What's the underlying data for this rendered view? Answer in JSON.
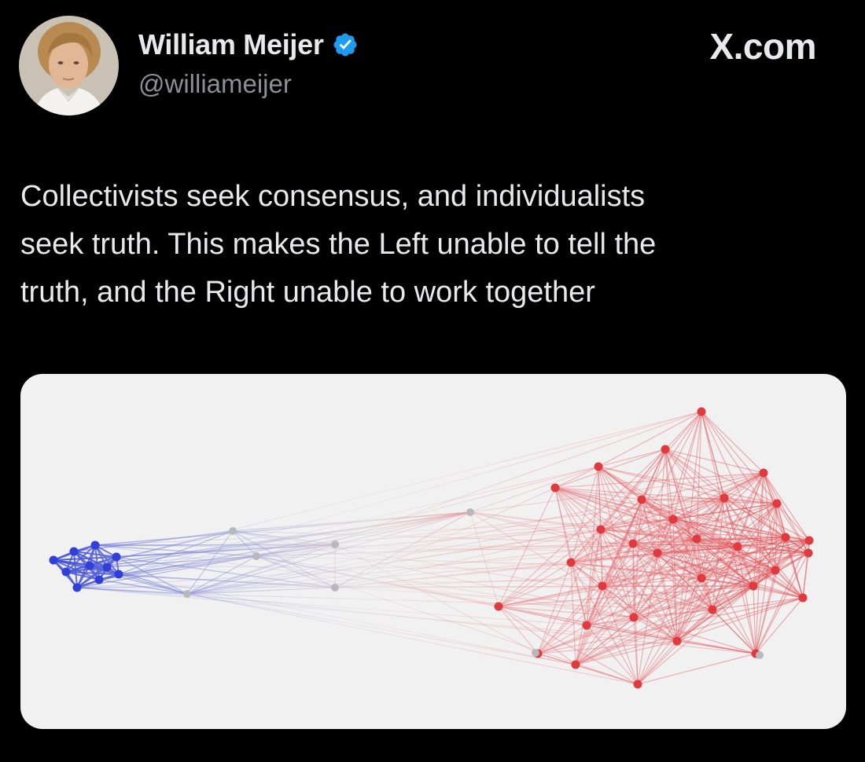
{
  "author": {
    "display_name": "William Meijer",
    "handle": "@williameijer",
    "verified": true,
    "avatar_icon": "profile-photo"
  },
  "brand": {
    "label": "X.com"
  },
  "tweet": {
    "text": "Collectivists seek consensus, and individualists\nseek truth. This makes the Left unable to tell the\ntruth, and the Right unable to work together"
  },
  "media": {
    "kind": "network-graph-image",
    "colors": {
      "left_cluster": "#2f3fd8",
      "right_cluster": "#e03a3f",
      "bridge_nodes": "#b8b8be",
      "background": "#f1f1f2"
    }
  },
  "colors": {
    "background": "#000000",
    "text_primary": "#e7e9ea",
    "text_secondary": "#8b9096",
    "verified_badge": "#1d9bf0"
  }
}
